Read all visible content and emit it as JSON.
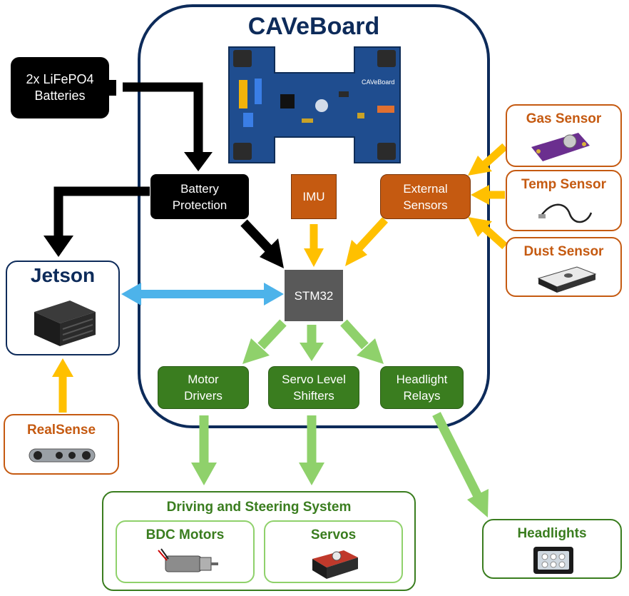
{
  "board": {
    "title": "CAVeBoard",
    "silk": "CAVeBoard"
  },
  "battery": {
    "label": "2x LiFePO4\nBatteries"
  },
  "battery_protection": {
    "label": "Battery\nProtection"
  },
  "imu": {
    "label": "IMU"
  },
  "external_sensors": {
    "label": "External\nSensors"
  },
  "stm32": {
    "label": "STM32"
  },
  "jetson": {
    "title": "Jetson"
  },
  "realsense": {
    "title": "RealSense"
  },
  "sensors": {
    "gas": {
      "title": "Gas Sensor"
    },
    "temp": {
      "title": "Temp Sensor"
    },
    "dust": {
      "title": "Dust Sensor"
    }
  },
  "outputs": {
    "motor_drivers": "Motor\nDrivers",
    "servo_level_shifters": "Servo Level\nShifters",
    "headlight_relays": "Headlight\nRelays"
  },
  "driving_system": {
    "title": "Driving and Steering System",
    "bdc_motors": "BDC Motors",
    "servos": "Servos"
  },
  "headlights": {
    "title": "Headlights"
  },
  "colors": {
    "navy": "#0d2b5a",
    "orange": "#c55a11",
    "green": "#3a7d1f",
    "light_green": "#8fd16b",
    "yellow_arrow": "#ffc000",
    "blue_arrow": "#4db3ea",
    "black": "#000000",
    "gray": "#595959"
  }
}
